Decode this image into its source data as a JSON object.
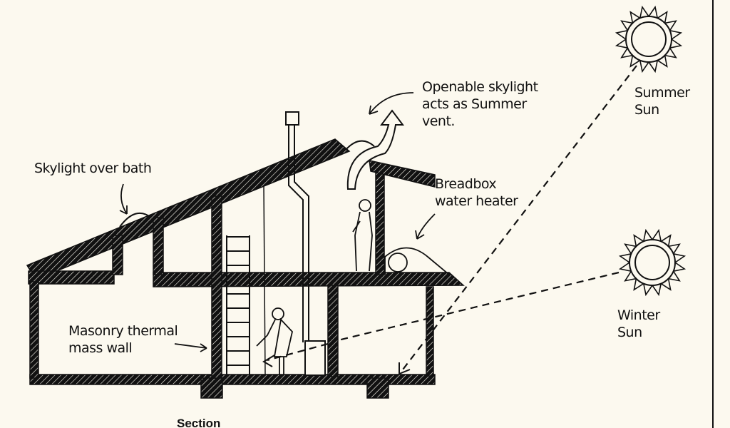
{
  "labels": {
    "skylight_vent": "Openable skylight\nacts as Summer\nvent.",
    "skylight_bath": "Skylight over bath",
    "breadbox": "Breadbox\nwater heater",
    "summer_sun": "Summer\nSun",
    "winter_sun": "Winter\nSun",
    "mass_wall": "Masonry thermal\nmass wall"
  },
  "caption": "Section",
  "colors": {
    "ink": "#111111",
    "paper": "#fcf9ef"
  }
}
